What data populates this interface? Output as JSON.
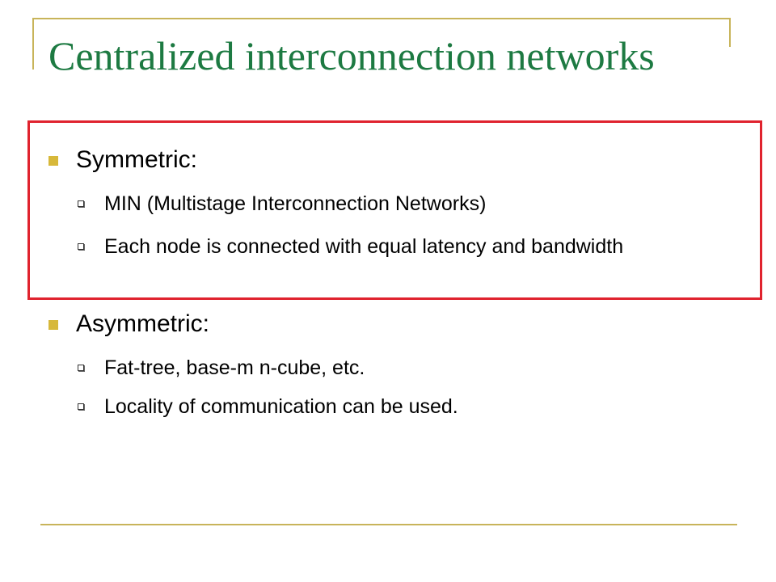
{
  "slide": {
    "title": "Centralized interconnection networks",
    "items": [
      {
        "label": "Symmetric:",
        "subitems": [
          "MIN (Multistage Interconnection Networks)",
          "Each node is connected with equal latency and bandwidth"
        ]
      },
      {
        "label": "Asymmetric:",
        "subitems": [
          "Fat-tree, base-m n-cube, etc.",
          "Locality of communication can be used."
        ]
      }
    ]
  },
  "colors": {
    "title": "#1d7a42",
    "accent_lines": "#c8b45a",
    "bullet": "#d7b83a",
    "highlight_box": "#e0232e"
  },
  "icons": {
    "level1_bullet": "square-bullet-icon",
    "level2_bullet": "hollow-square-bullet-icon"
  }
}
